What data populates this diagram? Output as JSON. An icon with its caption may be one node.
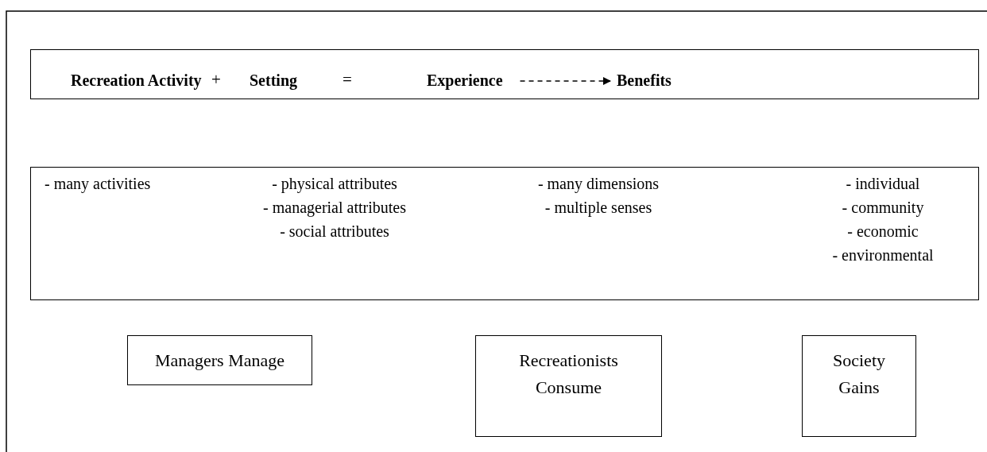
{
  "diagram": {
    "nodes": [
      {
        "text": [],
        "shape": "box"
      },
      {
        "text": [
          "Recreation Activity"
        ],
        "in": 0
      },
      {
        "text": [
          "Setting"
        ],
        "in": 0
      },
      {
        "text": [
          "Experience"
        ],
        "in": 0
      },
      {
        "text": [
          "Benefits"
        ],
        "in": 0
      },
      {
        "text": [
          "- many activities",
          "- physical attributes",
          "- managerial attributes",
          "- social attributes",
          "- many dimensions",
          "- multiple senses",
          "- individual",
          "- community",
          "- economic",
          "- environmental"
        ]
      },
      {
        "text": [
          "Managers Manage"
        ]
      },
      {
        "text": [
          "Recreationists Consume"
        ]
      },
      {
        "text": [
          "Society Gains"
        ]
      }
    ],
    "edges": [
      {
        "from": 3,
        "to": 4,
        "arrow": "to",
        "style": "dashed"
      }
    ],
    "labels": [
      "+",
      "="
    ]
  }
}
